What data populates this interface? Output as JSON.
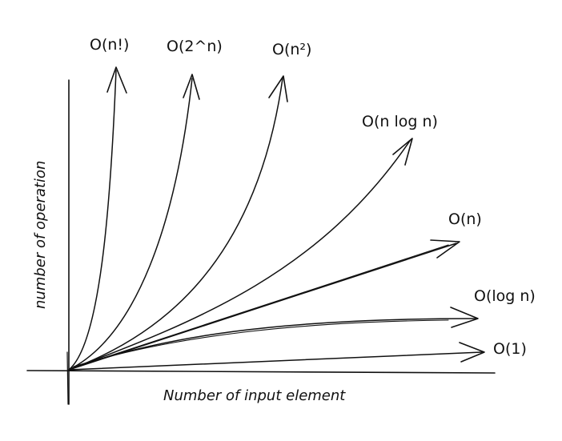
{
  "diagram": {
    "x_axis_label": "Number of input element",
    "y_axis_label": "number of operation",
    "stroke_color": "#111111",
    "background_color": "#ffffff",
    "curves": [
      {
        "id": "factorial",
        "label": "O(n!)"
      },
      {
        "id": "exponential",
        "label": "O(2^n)"
      },
      {
        "id": "quadratic",
        "label": "O(n²)"
      },
      {
        "id": "linearithmic",
        "label": "O(n log n)"
      },
      {
        "id": "linear",
        "label": "O(n)"
      },
      {
        "id": "logarithmic",
        "label": "O(log n)"
      },
      {
        "id": "constant",
        "label": "O(1)"
      }
    ]
  }
}
